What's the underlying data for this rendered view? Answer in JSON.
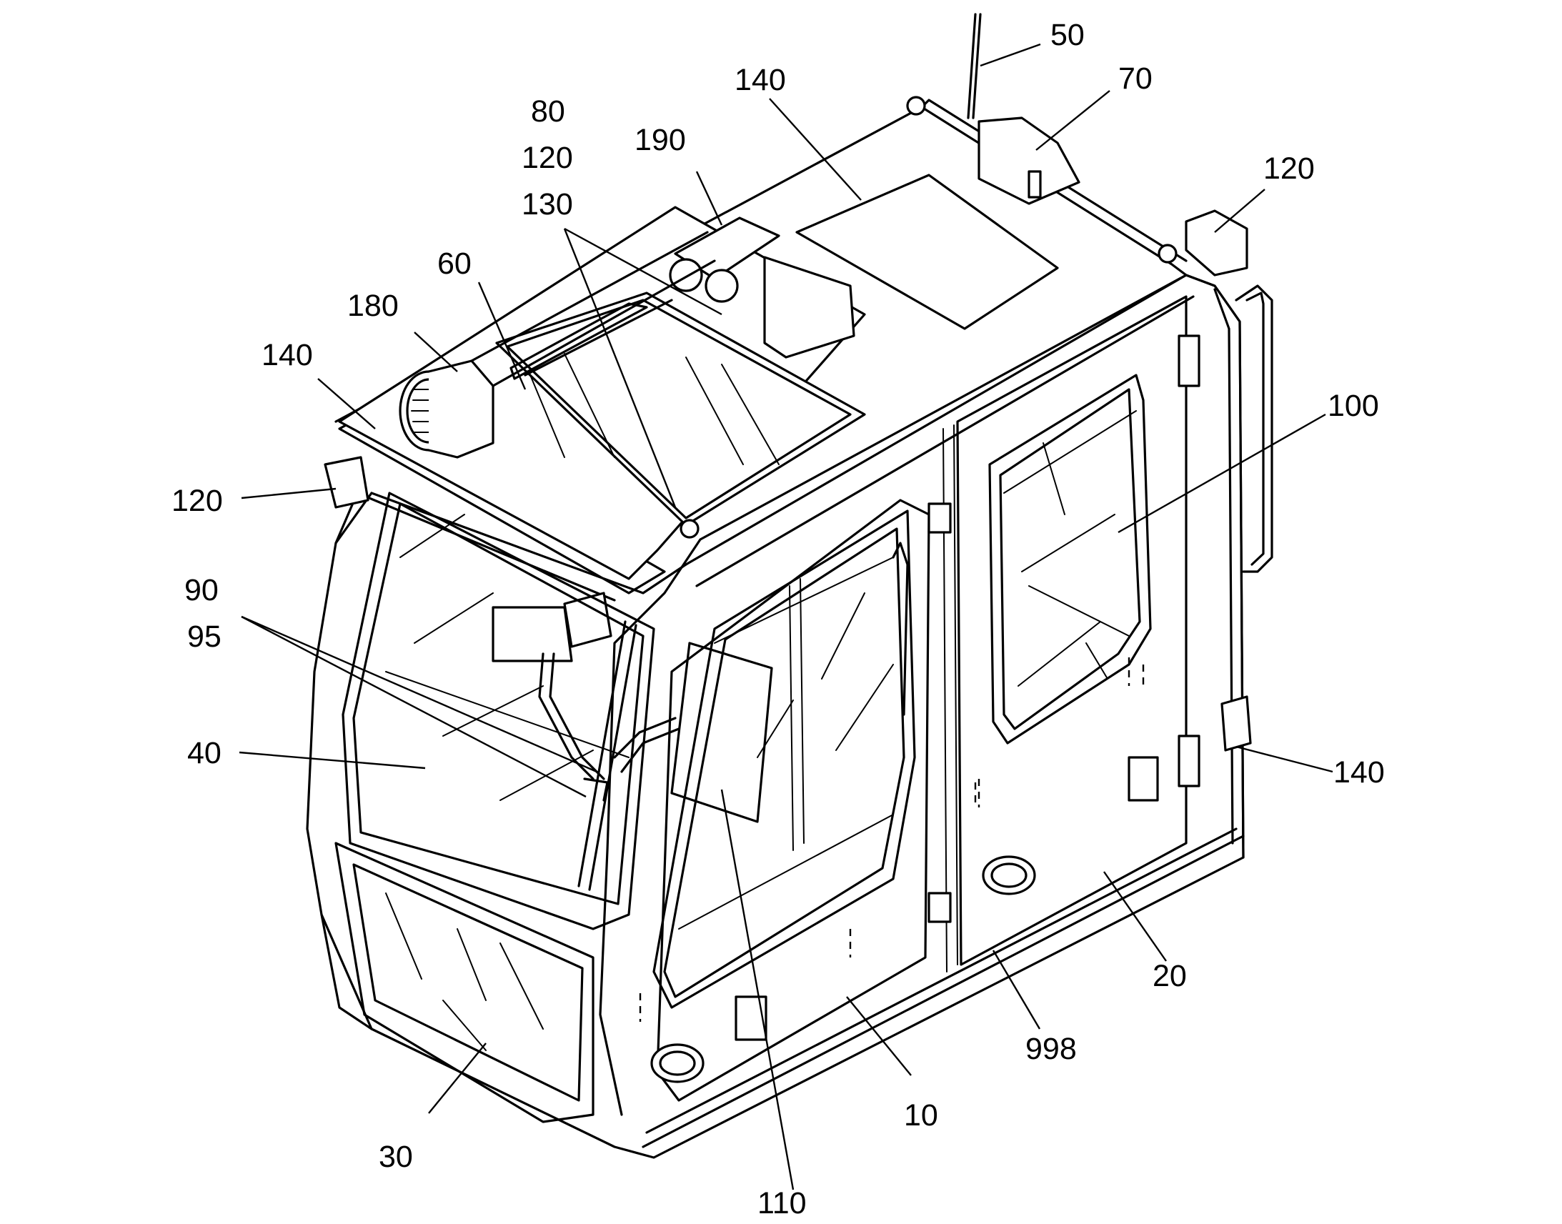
{
  "callouts": {
    "c50": "50",
    "c70": "70",
    "c140_roof": "140",
    "c80": "80",
    "c120_a": "120",
    "c130": "130",
    "c190": "190",
    "c120_right": "120",
    "c60": "60",
    "c180": "180",
    "c140_left": "140",
    "c100": "100",
    "c120_left": "120",
    "c90": "90",
    "c95": "95",
    "c40": "40",
    "c140_right": "140",
    "c20": "20",
    "c998": "998",
    "c10": "10",
    "c30": "30",
    "c110": "110"
  }
}
